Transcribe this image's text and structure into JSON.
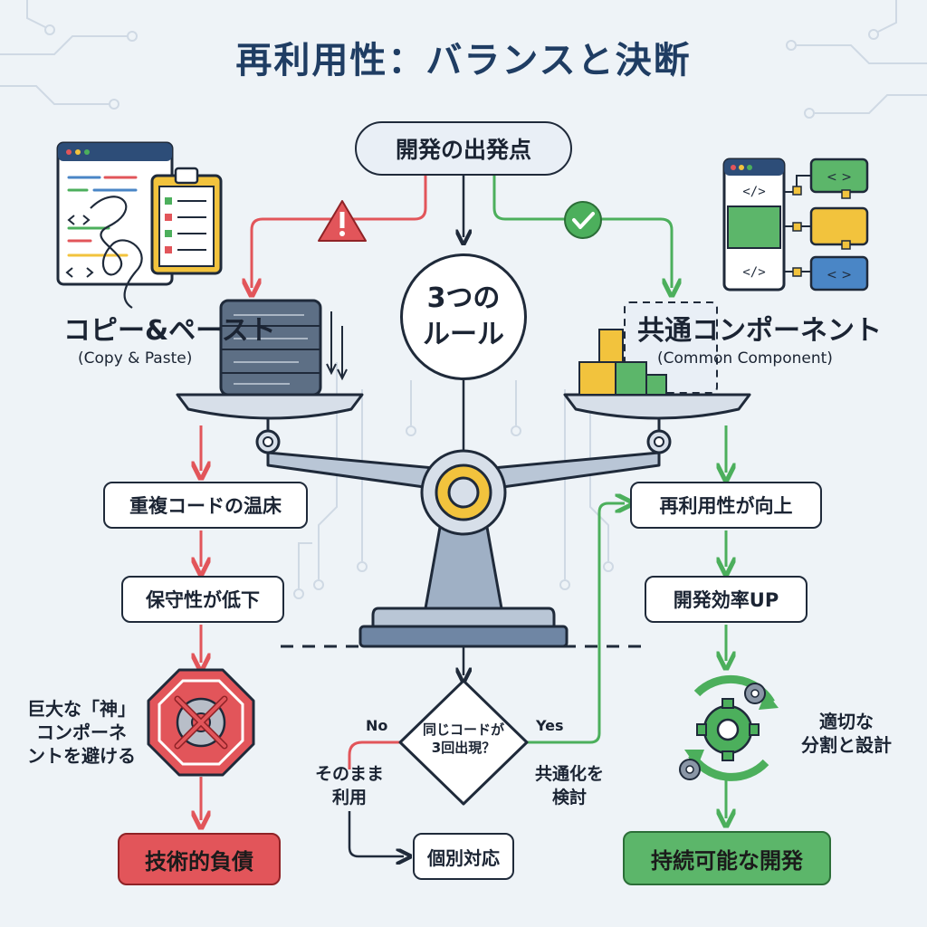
{
  "title": "再利用性：バランスと決断",
  "start": "開発の出発点",
  "rules_line1": "3つの",
  "rules_line2": "ルール",
  "left": {
    "heading": "コピー&ペースト",
    "sub": "(Copy & Paste)",
    "steps": [
      "重複コードの温床",
      "保守性が低下"
    ],
    "warning_line1": "巨大な「神」",
    "warning_line2": "コンポーネ",
    "warning_line3": "ントを避ける",
    "result": "技術的負債"
  },
  "right": {
    "heading": "共通コンポーネント",
    "sub": "(Common Component)",
    "steps": [
      "再利用性が向上",
      "開発効率UP"
    ],
    "note_line1": "適切な",
    "note_line2": "分割と設計",
    "result": "持続可能な開発"
  },
  "decision": {
    "line1": "同じコードが",
    "line2": "3回出現？",
    "no": "No",
    "yes": "Yes",
    "no_action_line1": "そのまま",
    "no_action_line2": "利用",
    "yes_action_line1": "共通化を",
    "yes_action_line2": "検討",
    "individual": "個別対応"
  },
  "colors": {
    "red": "#e2555a",
    "green": "#4caf5c",
    "navy": "#1f3d63",
    "yellow": "#f2c33d"
  }
}
